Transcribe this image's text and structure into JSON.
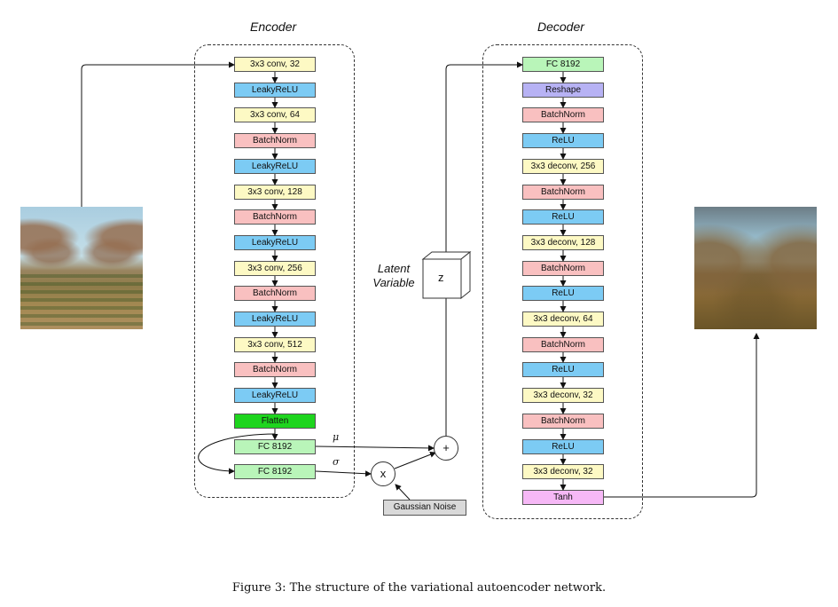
{
  "encoder": {
    "title": "Encoder",
    "layers": [
      {
        "label": "3x3 conv, 32",
        "kind": "conv"
      },
      {
        "label": "LeakyReLU",
        "kind": "relu"
      },
      {
        "label": "3x3 conv, 64",
        "kind": "conv"
      },
      {
        "label": "BatchNorm",
        "kind": "bn"
      },
      {
        "label": "LeakyReLU",
        "kind": "relu"
      },
      {
        "label": "3x3 conv, 128",
        "kind": "conv"
      },
      {
        "label": "BatchNorm",
        "kind": "bn"
      },
      {
        "label": "LeakyReLU",
        "kind": "relu"
      },
      {
        "label": "3x3 conv, 256",
        "kind": "conv"
      },
      {
        "label": "BatchNorm",
        "kind": "bn"
      },
      {
        "label": "LeakyReLU",
        "kind": "relu"
      },
      {
        "label": "3x3 conv, 512",
        "kind": "conv"
      },
      {
        "label": "BatchNorm",
        "kind": "bn"
      },
      {
        "label": "LeakyReLU",
        "kind": "relu"
      },
      {
        "label": "Flatten",
        "kind": "flat"
      },
      {
        "label": "FC 8192",
        "kind": "fc"
      },
      {
        "label": "FC 8192",
        "kind": "fc"
      }
    ]
  },
  "decoder": {
    "title": "Decoder",
    "layers": [
      {
        "label": "FC 8192",
        "kind": "fc"
      },
      {
        "label": "Reshape",
        "kind": "resh"
      },
      {
        "label": "BatchNorm",
        "kind": "bn"
      },
      {
        "label": "ReLU",
        "kind": "relu"
      },
      {
        "label": "3x3 deconv, 256",
        "kind": "conv"
      },
      {
        "label": "BatchNorm",
        "kind": "bn"
      },
      {
        "label": "ReLU",
        "kind": "relu"
      },
      {
        "label": "3x3 deconv, 128",
        "kind": "conv"
      },
      {
        "label": "BatchNorm",
        "kind": "bn"
      },
      {
        "label": "ReLU",
        "kind": "relu"
      },
      {
        "label": "3x3 deconv, 64",
        "kind": "conv"
      },
      {
        "label": "BatchNorm",
        "kind": "bn"
      },
      {
        "label": "ReLU",
        "kind": "relu"
      },
      {
        "label": "3x3 deconv, 32",
        "kind": "conv"
      },
      {
        "label": "BatchNorm",
        "kind": "bn"
      },
      {
        "label": "ReLU",
        "kind": "relu"
      },
      {
        "label": "3x3 deconv, 32",
        "kind": "conv"
      },
      {
        "label": "Tanh",
        "kind": "tanh"
      }
    ]
  },
  "latent": {
    "label_line1": "Latent",
    "label_line2": "Variable",
    "symbol": "z"
  },
  "ops": {
    "mu": "μ",
    "sigma": "σ",
    "multiply": "x",
    "add": "+"
  },
  "noise_label": "Gaussian Noise",
  "caption": "Figure 3: The structure of the variational autoencoder network.",
  "colors": {
    "conv": "#fdf9c4",
    "relu": "#7ccbf4",
    "bn": "#f9c0c0",
    "flat": "#1ed51e",
    "fc": "#b9f5b9",
    "resh": "#b7b2f4",
    "tanh": "#f6b8f6"
  }
}
